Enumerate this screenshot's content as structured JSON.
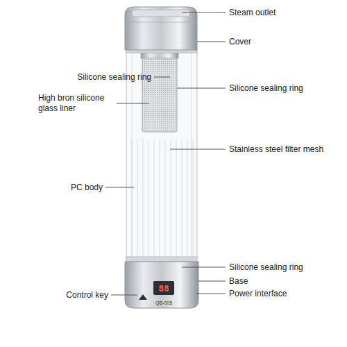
{
  "diagram": {
    "labels": [
      "Steam outlet",
      "Cover",
      "Silicone sealing ring",
      "Silicone sealing ring",
      "High bron silicone glass liner",
      "Stainless steel filter mesh",
      "PC body",
      "Silicone sealing ring",
      "Base",
      "Control key",
      "Power interface",
      "88",
      "QB-005"
    ]
  }
}
